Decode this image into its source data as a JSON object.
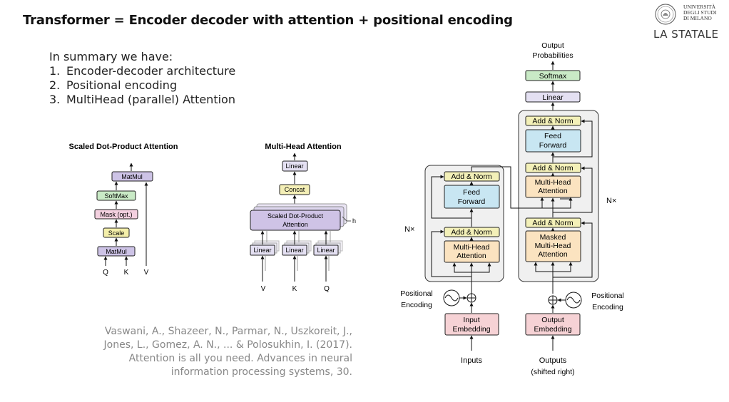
{
  "slide": {
    "title": "Transformer = Encoder decoder with attention + positional encoding"
  },
  "logo": {
    "line1": "UNIVERSITÀ",
    "line2": "DEGLI STUDI",
    "line3": "DI MILANO",
    "brand": "LA STATALE"
  },
  "summary": {
    "heading": "In summary we have:",
    "items": [
      {
        "num": "1.",
        "text": "Encoder-decoder architecture"
      },
      {
        "num": "2.",
        "text": "Positional encoding"
      },
      {
        "num": "3.",
        "text": "MultiHead (parallel) Attention"
      }
    ]
  },
  "citation": {
    "text": "Vaswani, A., Shazeer, N., Parmar, N., Uszkoreit, J., Jones, L., Gomez, A. N., ... & Polosukhin, I. (2017). Attention is all you need. Advances in neural information processing systems, 30."
  },
  "sdpa": {
    "title": "Scaled Dot-Product Attention",
    "matmul_top": "MatMul",
    "softmax": "SoftMax",
    "mask": "Mask (opt.)",
    "scale": "Scale",
    "matmul_bottom": "MatMul",
    "inputs": [
      "Q",
      "K",
      "V"
    ]
  },
  "mha": {
    "title": "Multi-Head Attention",
    "linear_top": "Linear",
    "concat": "Concat",
    "sdpa_line1": "Scaled Dot-Product",
    "sdpa_line2": "Attention",
    "h": "h",
    "linears": [
      "Linear",
      "Linear",
      "Linear"
    ],
    "inputs": [
      "V",
      "K",
      "Q"
    ]
  },
  "transformer": {
    "output_probs_line1": "Output",
    "output_probs_line2": "Probabilities",
    "softmax": "Softmax",
    "linear": "Linear",
    "add_norm": "Add & Norm",
    "feed_forward_line1": "Feed",
    "feed_forward_line2": "Forward",
    "multi_head_line1": "Multi-Head",
    "multi_head_line2": "Attention",
    "masked_line1": "Masked",
    "masked_line2": "Multi-Head",
    "masked_line3": "Attention",
    "nx": "N×",
    "pos_enc_line1": "Positional",
    "pos_enc_line2": "Encoding",
    "input_emb_line1": "Input",
    "input_emb_line2": "Embedding",
    "output_emb_line1": "Output",
    "output_emb_line2": "Embedding",
    "inputs_label": "Inputs",
    "outputs_label": "Outputs",
    "outputs_sub": "(shifted right)"
  },
  "colors": {
    "add_norm": "#f3f0b8",
    "feed_forward": "#c8e6f2",
    "attention": "#fbe3c0",
    "softmax": "#c9eac6",
    "linear": "#e4e0f2",
    "embedding": "#f6d2d5",
    "matmul": "#cdc3e6",
    "mask": "#f3d0df",
    "scale": "#f4efaa",
    "concat": "#f4efb6",
    "sdpa_box": "#cfc3e6",
    "panel": "#f0f0f0"
  }
}
